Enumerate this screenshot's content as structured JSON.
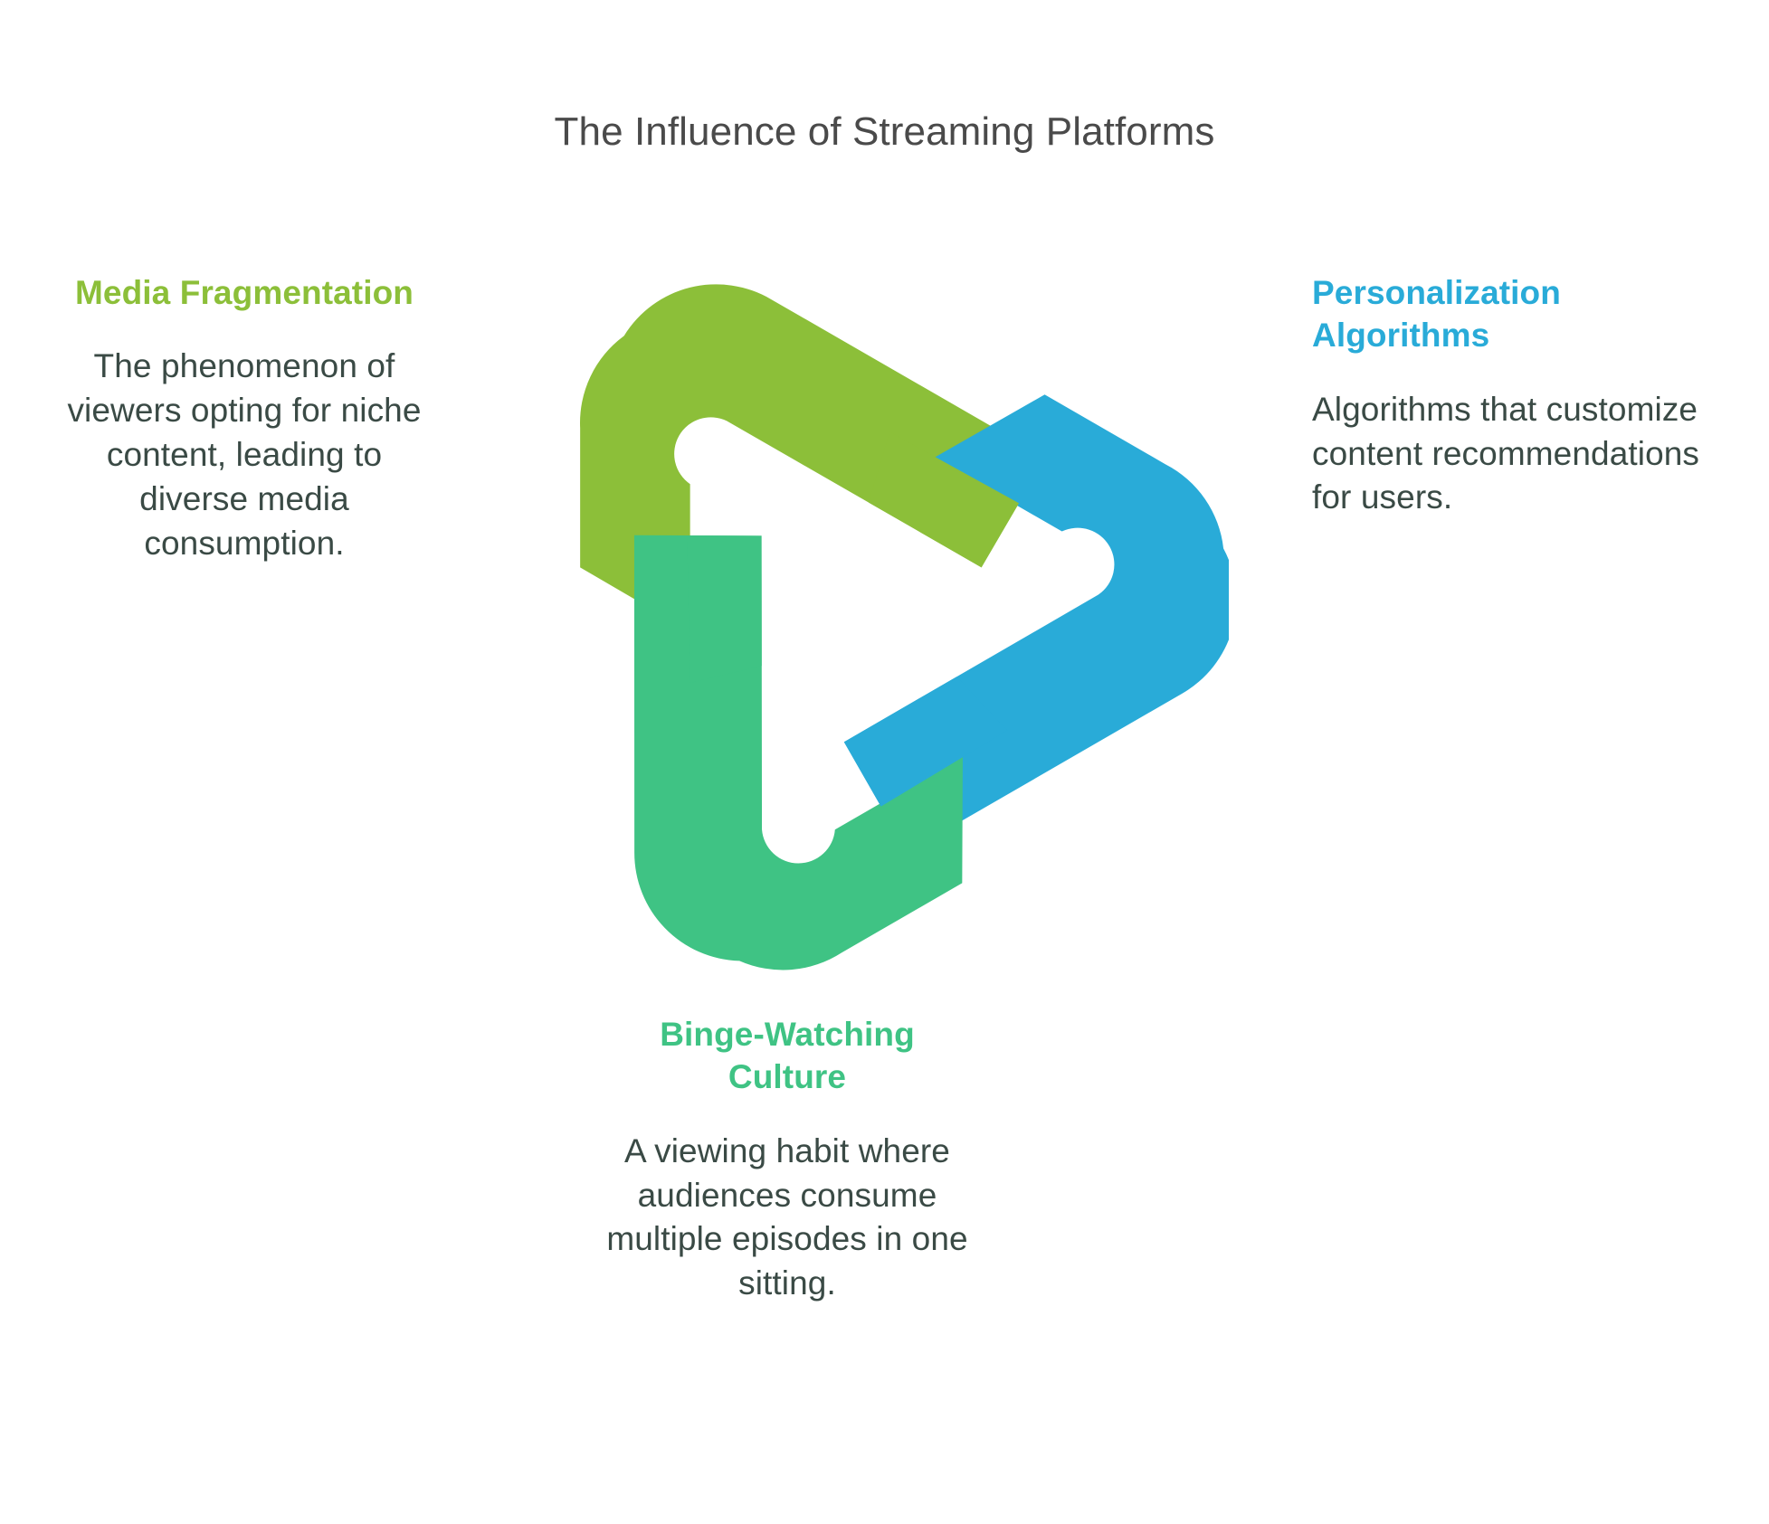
{
  "title": "The Influence of Streaming Platforms",
  "colors": {
    "green": "#8cbf39",
    "blue": "#29abd8",
    "teal": "#3fc384",
    "title_text": "#4a4a4a",
    "body_text": "#3a4a45",
    "background": "#ffffff"
  },
  "graphic": {
    "name": "interlocking-trefoil-knot",
    "segments": [
      {
        "id": "green-hook",
        "color": "#8cbf39",
        "links_to": "Media Fragmentation"
      },
      {
        "id": "blue-hook",
        "color": "#29abd8",
        "links_to": "Personalization Algorithms"
      },
      {
        "id": "teal-hook",
        "color": "#3fc384",
        "links_to": "Binge-Watching Culture"
      }
    ]
  },
  "blocks": [
    {
      "id": "media-fragmentation",
      "heading": "Media Fragmentation",
      "body": "The phenomenon of viewers opting for niche content, leading to diverse media consumption.",
      "color": "#8cbf39",
      "position": "left"
    },
    {
      "id": "personalization-algorithms",
      "heading": "Personalization Algorithms",
      "body": "Algorithms that customize content recommendations for users.",
      "color": "#29abd8",
      "position": "right"
    },
    {
      "id": "binge-watching-culture",
      "heading": "Binge-Watching Culture",
      "body": "A viewing habit where audiences consume multiple episodes in one sitting.",
      "color": "#3fc384",
      "position": "bottom"
    }
  ]
}
